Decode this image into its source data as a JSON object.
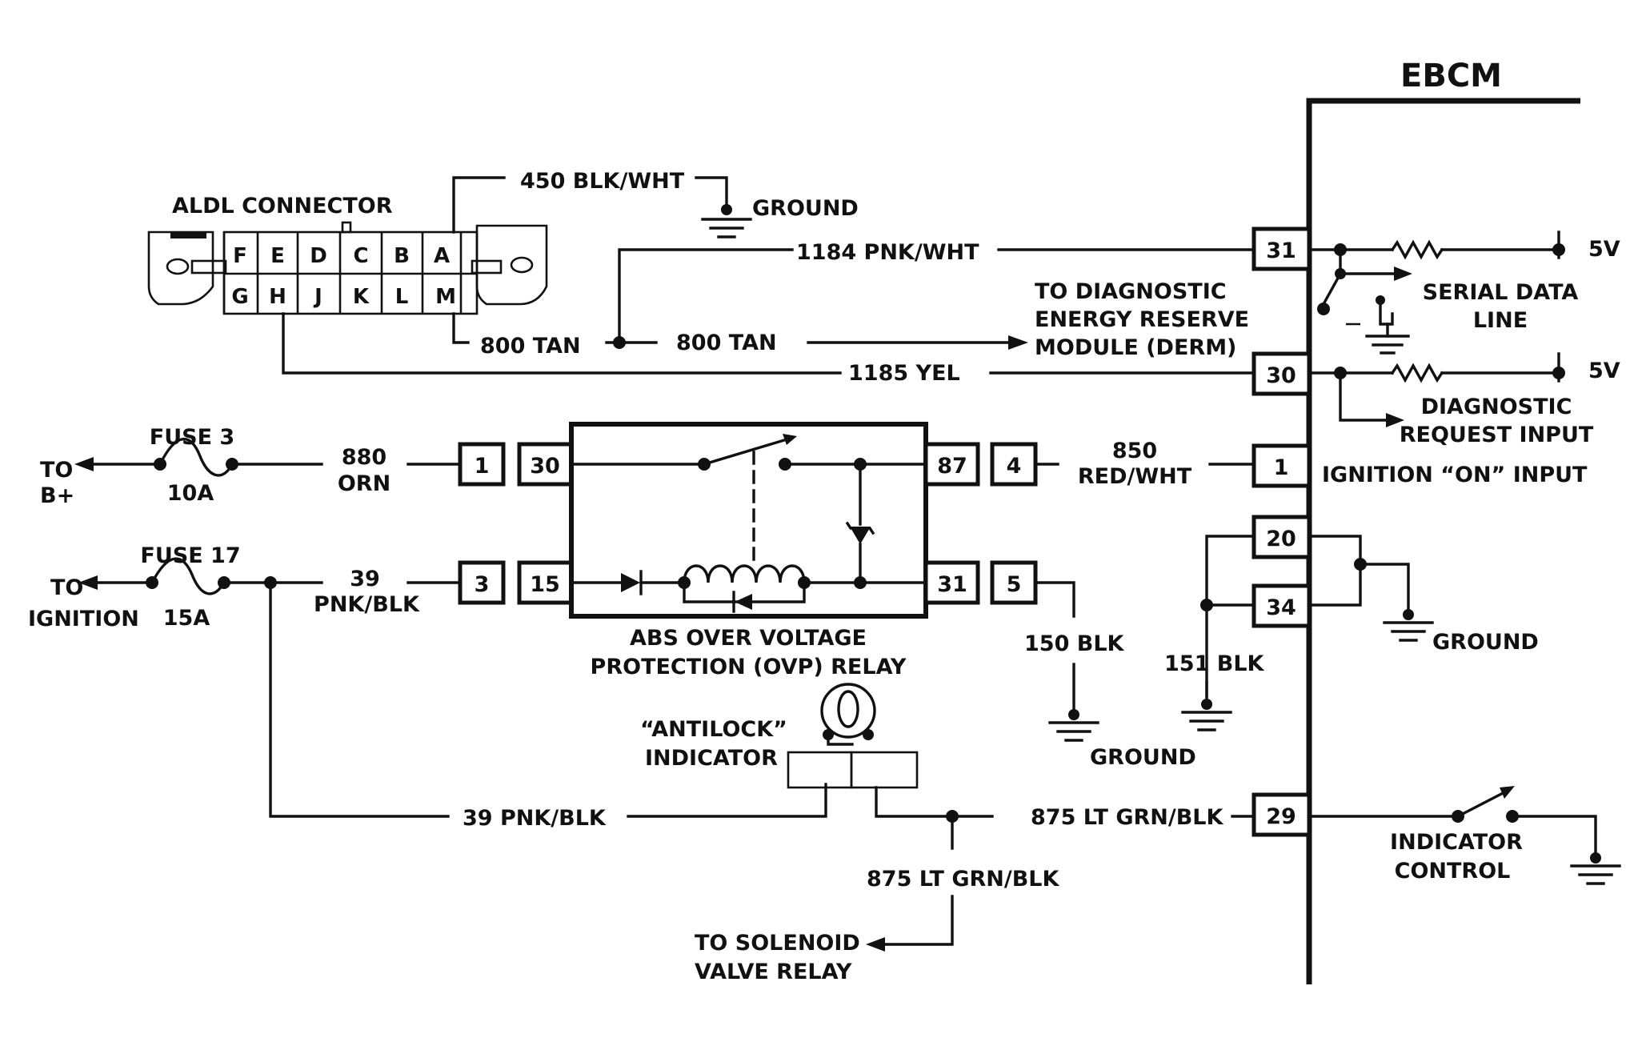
{
  "ebcm": {
    "title": "EBCM"
  },
  "aldl": {
    "title": "ALDL CONNECTOR",
    "top_pins": [
      "F",
      "E",
      "D",
      "C",
      "B",
      "A"
    ],
    "bottom_pins": [
      "G",
      "H",
      "J",
      "K",
      "L",
      "M"
    ]
  },
  "ground_label": "GROUND",
  "wires": {
    "w450": "450 BLK/WHT",
    "w1184": "1184 PNK/WHT",
    "w800a": "800 TAN",
    "w800b": "800 TAN",
    "w1185": "1185 YEL",
    "w880a": "880",
    "w880b": "ORN",
    "w850a": "850",
    "w850b": "RED/WHT",
    "w39a": "39",
    "w39b": "PNK/BLK",
    "w39c": "39 PNK/BLK",
    "w150": "150 BLK",
    "w151": "151 BLK",
    "w875a": "875 LT GRN/BLK",
    "w875b": "875 LT GRN/BLK"
  },
  "derm": [
    "TO DIAGNOSTIC",
    "ENERGY RESERVE",
    "MODULE (DERM)"
  ],
  "fuses": {
    "f3_name": "FUSE 3",
    "f3_rating": "10A",
    "f17_name": "FUSE 17",
    "f17_rating": "15A"
  },
  "to_b": [
    "TO",
    "B+"
  ],
  "to_ignition": [
    "TO",
    "IGNITION"
  ],
  "relay": {
    "caption": [
      "ABS OVER VOLTAGE",
      "PROTECTION (OVP) RELAY"
    ],
    "pins": {
      "in_top": "30",
      "in_bottom": "15",
      "out_top": "87",
      "out_bottom": "31"
    }
  },
  "connector_pins": {
    "p1": "1",
    "p3": "3",
    "p4": "4",
    "p5": "5"
  },
  "ebcm_pins": {
    "p31": "31",
    "p30": "30",
    "p1": "1",
    "p20": "20",
    "p34": "34",
    "p29": "29"
  },
  "labels": {
    "five_v_a": "5V",
    "five_v_b": "5V",
    "serial": [
      "SERIAL DATA",
      "LINE"
    ],
    "diag": [
      "DIAGNOSTIC",
      "REQUEST INPUT"
    ],
    "ign_on": "IGNITION “ON” INPUT",
    "indicator_control": [
      "INDICATOR",
      "CONTROL"
    ],
    "antilock": [
      "“ANTILOCK”",
      "INDICATOR"
    ],
    "solenoid": [
      "TO SOLENOID",
      "VALVE RELAY"
    ]
  }
}
